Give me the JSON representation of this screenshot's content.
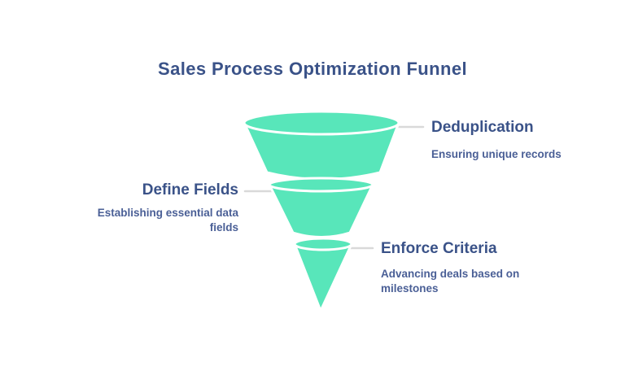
{
  "title": "Sales Process Optimization Funnel",
  "colors": {
    "funnel_fill": "#58e6ba",
    "funnel_stroke": "#ffffff",
    "heading_text": "#3a5288",
    "description_text": "#4a5f96",
    "connector_line": "#d9d9d9",
    "background": "#ffffff"
  },
  "stages": [
    {
      "label": "Deduplication",
      "desc_lines": [
        "Ensuring unique records"
      ]
    },
    {
      "label": "Define Fields",
      "desc_lines": [
        "Establishing essential data",
        "fields"
      ]
    },
    {
      "label": "Enforce Criteria",
      "desc_lines": [
        "Advancing deals based on",
        "milestones"
      ]
    }
  ]
}
